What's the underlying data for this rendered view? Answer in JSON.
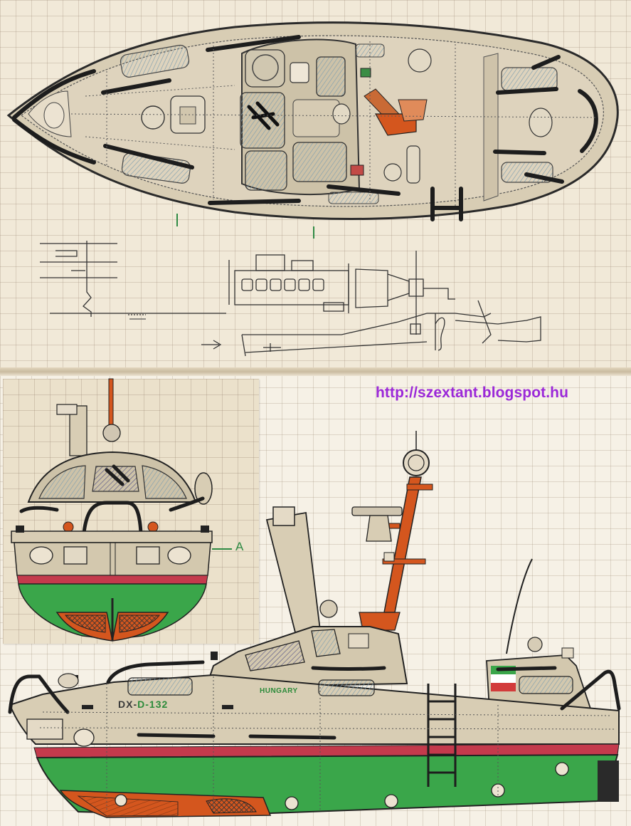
{
  "watermark": {
    "url": "http://szextant.blogspot.hu"
  },
  "annotations": {
    "section_mark": "A"
  },
  "hull_markings": {
    "registration_prefix": "DX-",
    "registration_letter": "D",
    "registration_number": "-132",
    "country": "HUNGARY"
  },
  "colors": {
    "hull_green": "#3aa64a",
    "stripe_red": "#c43a4c",
    "mast_orange": "#d4561e",
    "deck_beige": "#d8cdb4",
    "window_blue": "#a9c3d0",
    "ink": "#2a2a2a",
    "watermark_purple": "#9b28d8"
  }
}
